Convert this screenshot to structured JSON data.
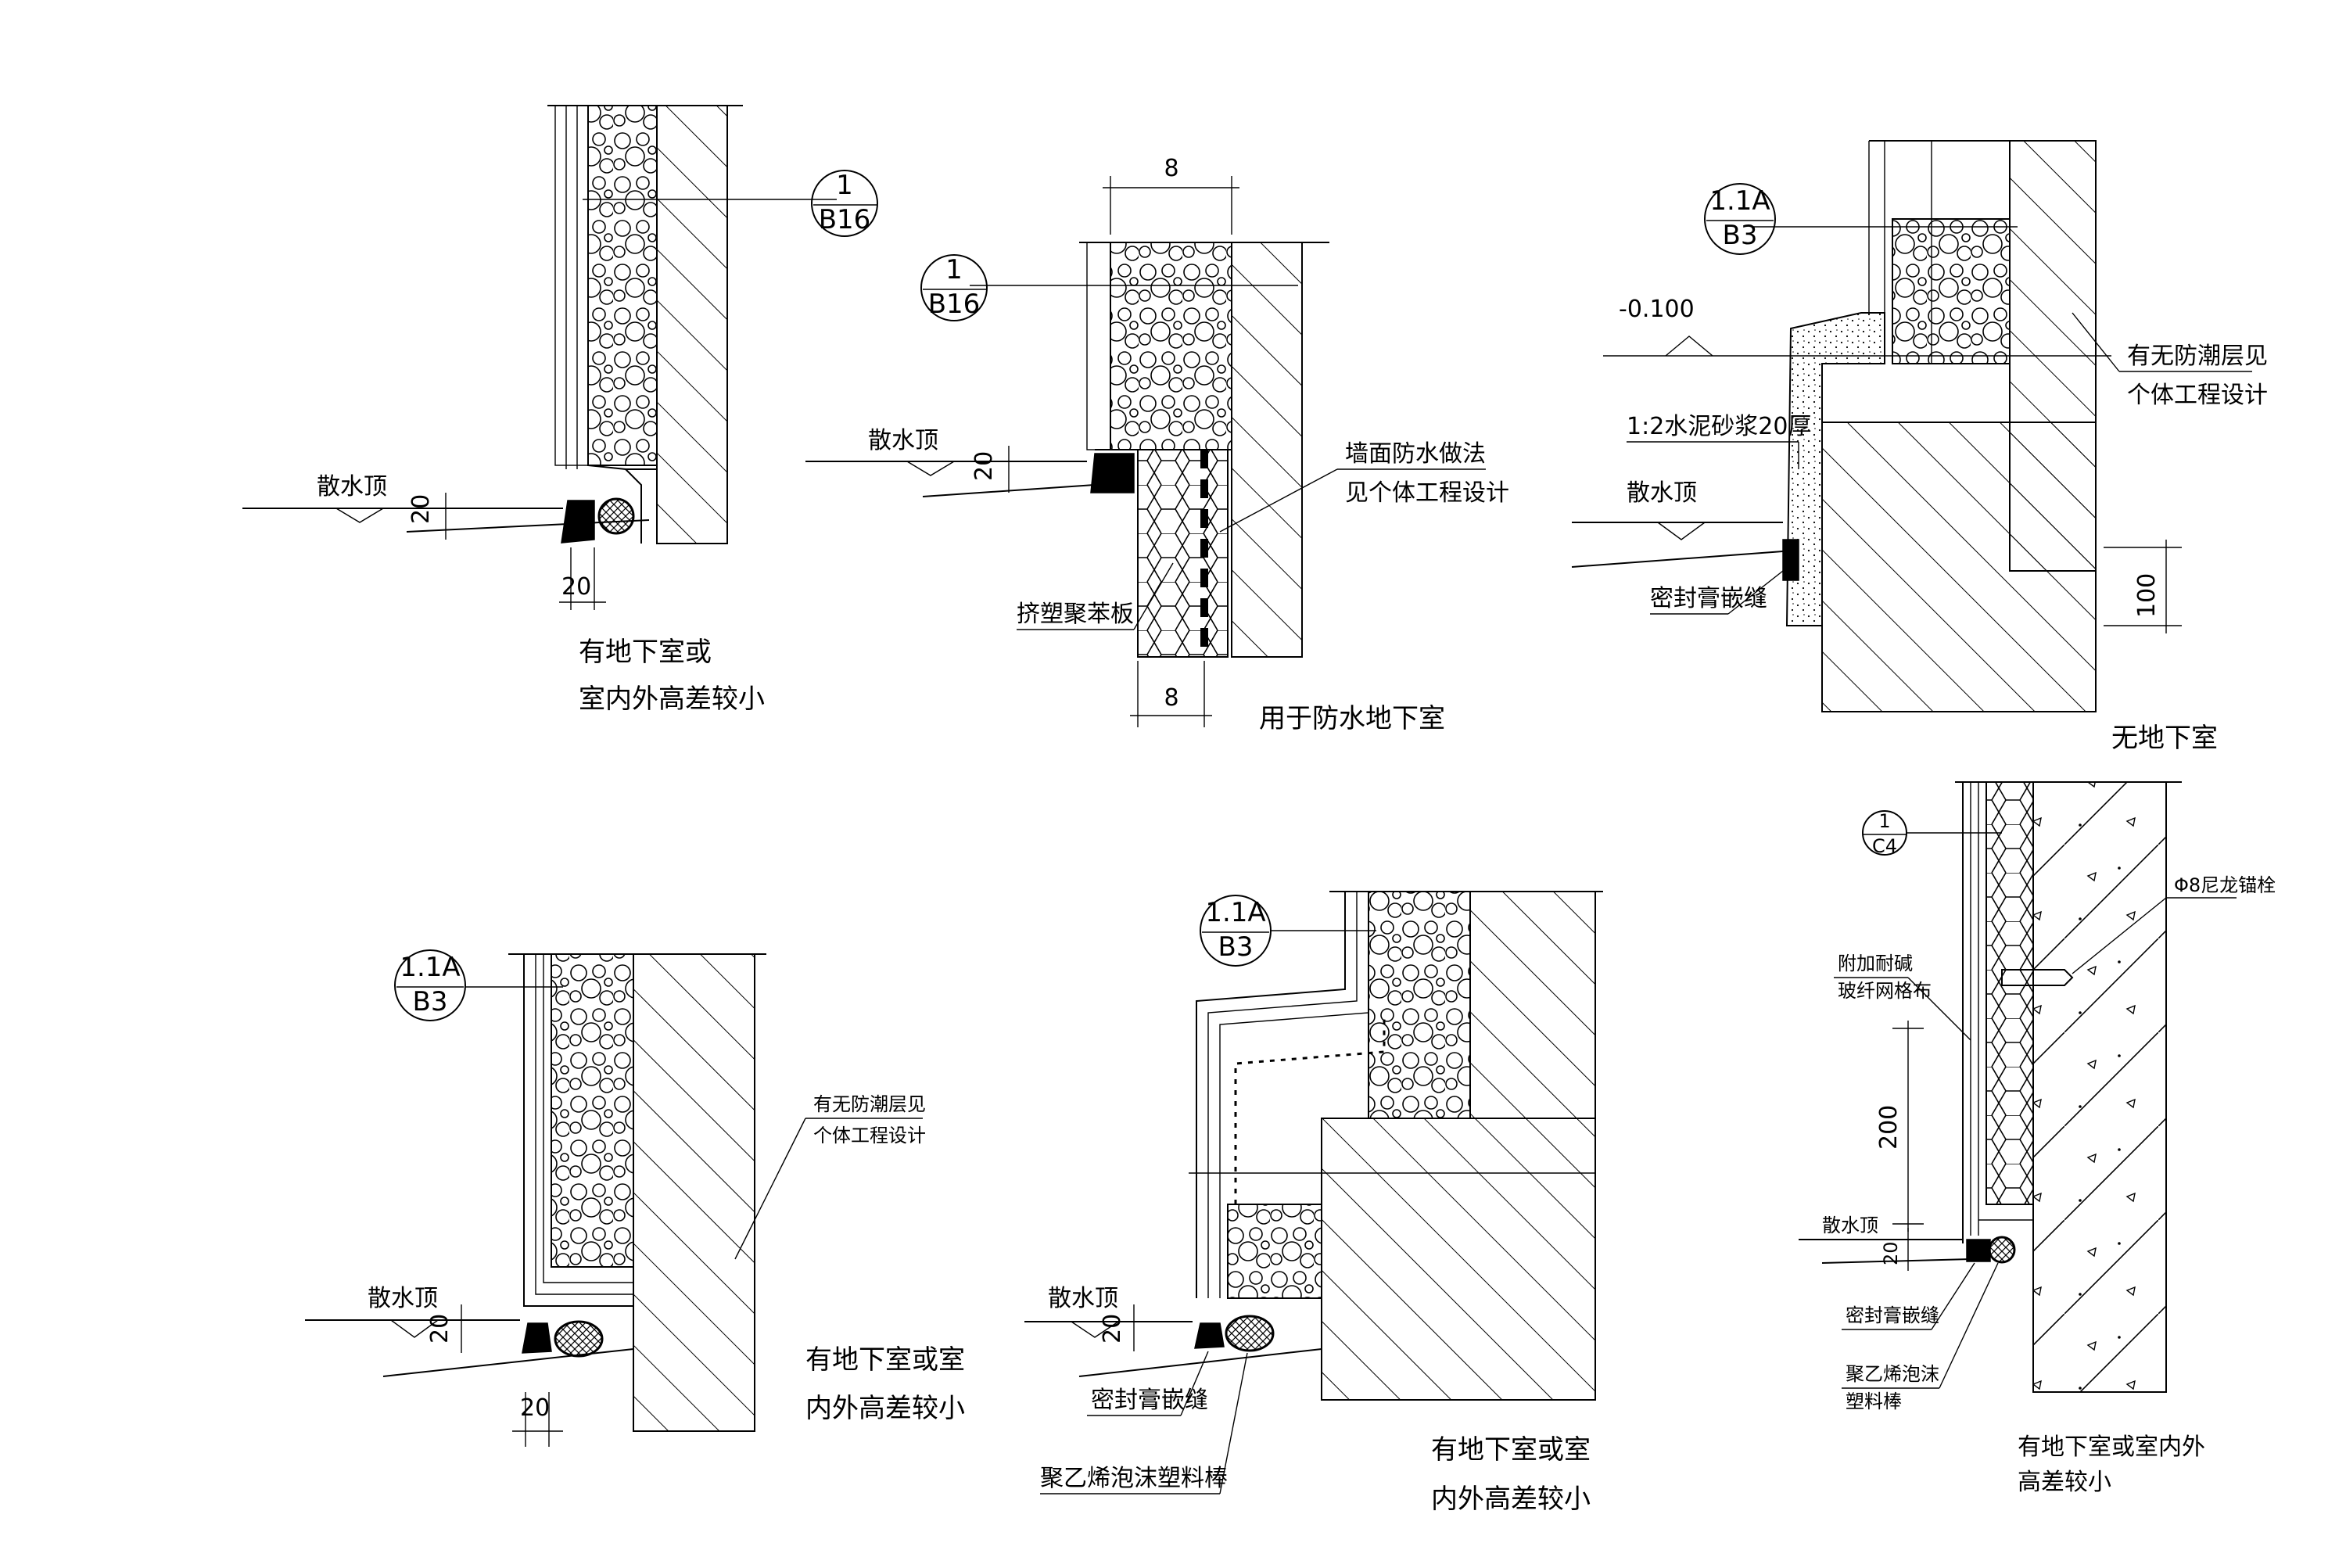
{
  "labels": {
    "sanshuipo": "散水顶",
    "dim_20": "20",
    "dim_8": "8",
    "dim_100": "100",
    "dim_200": "200",
    "ref_1": "1",
    "ref_b16": "B16",
    "ref_11a": "1.1A",
    "ref_b3": "B3",
    "ref_c4": "C4",
    "elev": "-0.100",
    "mortar": "1:2水泥砂浆20厚",
    "seal": "密封膏嵌缝",
    "xps": "挤塑聚苯板",
    "waterproof_1": "墙面防水做法",
    "waterproof_2": "见个体工程设计",
    "moisture_1": "有无防潮层见",
    "moisture_2": "个体工程设计",
    "pe_rod": "聚乙烯泡沫塑料棒",
    "pe_rod_1": "聚乙烯泡沫",
    "pe_rod_2": "塑料棒",
    "anchor": "Φ8尼龙锚栓",
    "mesh_1": "附加耐碱",
    "mesh_2": "玻纤网格布"
  },
  "captions": {
    "d1_l1": "有地下室或",
    "d1_l2": "室内外高差较小",
    "d2": "用于防水地下室",
    "d3": "无地下室",
    "d4_l1": "有地下室或室",
    "d4_l2": "内外高差较小",
    "d5_l1": "有地下室或室",
    "d5_l2": "内外高差较小",
    "d6_l1": "有地下室或室内外",
    "d6_l2": "高差较小"
  }
}
